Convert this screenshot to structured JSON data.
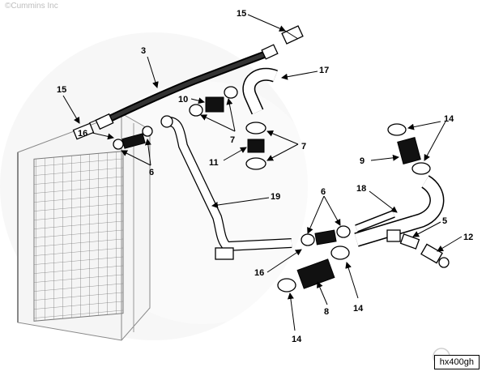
{
  "header": {
    "copyright": "©Cummins Inc"
  },
  "footer": {
    "figure_ref": "hx400gh"
  },
  "callouts": {
    "c1": "15",
    "c2": "3",
    "c3": "17",
    "c4": "15",
    "c5": "10",
    "c6": "16",
    "c7": "7",
    "c8": "11",
    "c9": "7",
    "c10": "6",
    "c11": "14",
    "c12": "9",
    "c13": "18",
    "c14": "19",
    "c15": "6",
    "c16": "5",
    "c17": "12",
    "c18": "16",
    "c19": "8",
    "c20": "14",
    "c21": "14"
  }
}
